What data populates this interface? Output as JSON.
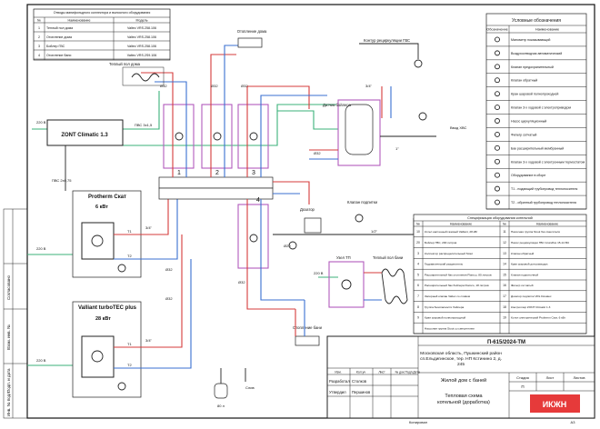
{
  "manifold_table": {
    "title": "Отводы манифольдного коллектора и выносного оборудования",
    "headers": [
      "№",
      "Наименование",
      "Модель"
    ],
    "rows": [
      [
        "1",
        "Теплый пол дома",
        "Valtec VRS.258.106"
      ],
      [
        "2",
        "Отопление дома",
        "Valtec VRS.258.106"
      ],
      [
        "3",
        "Бойлер ГВС",
        "Valtec VRS.258.106"
      ],
      [
        "4",
        "Отопление бани",
        "Valtec VRS.2S9.106"
      ]
    ]
  },
  "legend": {
    "title": "Условные обозначения",
    "headers": [
      "Обозначение",
      "Наименование"
    ],
    "items": [
      "Манометр показывающий",
      "Воздухоотводчик автоматический",
      "Клапан предохранительный",
      "Клапан обратный",
      "Кран шаровой полнопроходной",
      "Клапан 3-х ходовой с электроприводом",
      "Насос циркуляционный",
      "Фильтр сетчатый",
      "Бак расширительный мембранный",
      "Клапан 3-х ходовой с электронным термостатом",
      "Оборудование в сборе",
      "Т1 - подающий трубопровод теплоносителя",
      "Т2 - обратный трубопровод теплоносителя"
    ]
  },
  "spec_table": {
    "title": "Спецификация оборудования котельной",
    "headers": [
      "№",
      "Наименование",
      "№",
      "Наименование"
    ],
    "rows": [
      [
        "10",
        "Котел настенный газовый Vaillant, 28 кВт",
        "11",
        "Насосная группа Stout без смесителя"
      ],
      [
        "20",
        "Бойлер ГВС, 200 литров",
        "12",
        "Насос рециркуляции ГВС Grundfos 15-14 BU"
      ],
      [
        "3",
        "Коллектор распределительный Stout",
        "13",
        "Клапан обратный"
      ],
      [
        "4",
        "Гидравлический разделитель",
        "14",
        "Кран шаровой для разводок"
      ],
      [
        "5",
        "Расширительный бак отопления Flamco, 80 литров",
        "15",
        "Клапан подпиточный"
      ],
      [
        "6",
        "Расширительный бак бойлера Flamco, 18 литров",
        "16",
        "Фильтр сетчатый"
      ],
      [
        "7",
        "Запорный клапан Valtec со сливом",
        "17",
        "Дозатор подпитки VRL Dosatec"
      ],
      [
        "8",
        "Группа безопасности бойлера",
        "18",
        "Контроллер ZONT Climatic 1.3"
      ],
      [
        "9",
        "Кран шаровой полнопроходной",
        "19",
        "Котел электрический Protherm Скат, 6 кВт"
      ],
      [
        "",
        "Насосная группа Stout со смесителем",
        "",
        ""
      ]
    ]
  },
  "title_block": {
    "code": "П-615/2024-ТМ",
    "address": "Московская область, Пушкинский район сп.Ельдигинское, тер. НП Кстинино 2, д. 245",
    "object": "Жилой дом с баней",
    "sheet_name": "Тепловая схема котельной (доработка)",
    "stage_label": "Стадия",
    "sheet_label": "Лист",
    "sheets_label": "Листов",
    "stage": "П",
    "company": "ИКЖН",
    "cols": [
      "Изм.",
      "Кол.уч",
      "Лист",
      "№ док.",
      "Подп.",
      "Дата"
    ],
    "roles": [
      "Разработал",
      "Утвердил"
    ],
    "people": [
      "Столков",
      "Першинов"
    ],
    "footer_copy": "Копировал",
    "footer_format": "А3"
  },
  "side_stamp": [
    "Согласовано",
    "Взам. инв. №",
    "Подп. и дата",
    "Инв. № подл."
  ],
  "labels": {
    "zont": "ZONT Climatic 1.3",
    "pvs1": "ПВС 3х1,5",
    "pvs2": "ПВС 2х0,75",
    "v220a": "220 В",
    "v220b": "220 В",
    "v220c": "220 В",
    "v220d": "220 В",
    "protherm": "Protherm Скат",
    "protherm_kw": "6 кВт",
    "vaillant": "Valliant turboTEC plus",
    "vaillant_kw": "28 кВт",
    "warm_floor_house": "Теплый пол дома",
    "heating_house": "Отопление дома",
    "recirc": "Контур рециркуляции ГВС",
    "boiler_sensor": "Датчик бойлера",
    "in_hvs": "Ввод ХВС",
    "dosator": "Дозатор",
    "feed_valve": "Клапан подпитки",
    "node_tp": "Узел ТП",
    "warm_floor_bath": "Теплый пол бани",
    "heating_bath": "Отопление бани",
    "drain": "Слив",
    "vol_80": "80 л",
    "d32": "Ø32",
    "d20": "Ø20",
    "t1": "Т1",
    "t2": "Т2",
    "in34": "3/4\"",
    "in1": "1\"",
    "in12": "1/2\"",
    "n1": "1",
    "n2": "2",
    "n3": "3",
    "n4": "4"
  },
  "colors": {
    "supply": "#d63b3b",
    "return": "#3a6fd0",
    "power": "#3bb27a",
    "equipment": "#b25bbd"
  }
}
